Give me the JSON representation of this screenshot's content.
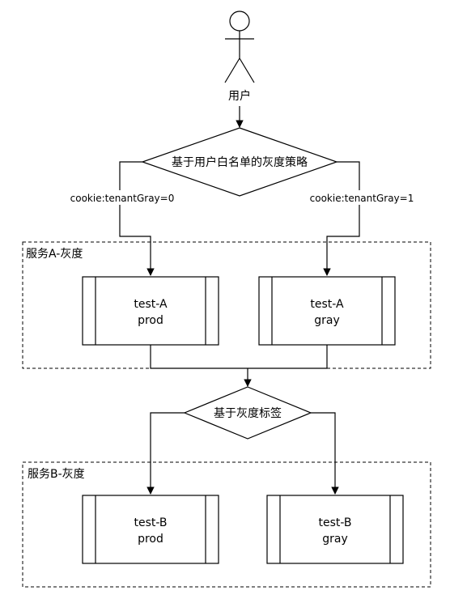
{
  "user": {
    "label": "用户"
  },
  "decision_1": {
    "label": "基于用户白名单的灰度策略"
  },
  "edge_labels": {
    "left": "cookie:tenantGray=0",
    "right": "cookie:tenantGray=1"
  },
  "group_a": {
    "title": "服务A-灰度",
    "prod": {
      "line1": "test-A",
      "line2": "prod"
    },
    "gray": {
      "line1": "test-A",
      "line2": "gray"
    }
  },
  "decision_2": {
    "label": "基于灰度标签"
  },
  "group_b": {
    "title": "服务B-灰度",
    "prod": {
      "line1": "test-B",
      "line2": "prod"
    },
    "gray": {
      "line1": "test-B",
      "line2": "gray"
    }
  }
}
